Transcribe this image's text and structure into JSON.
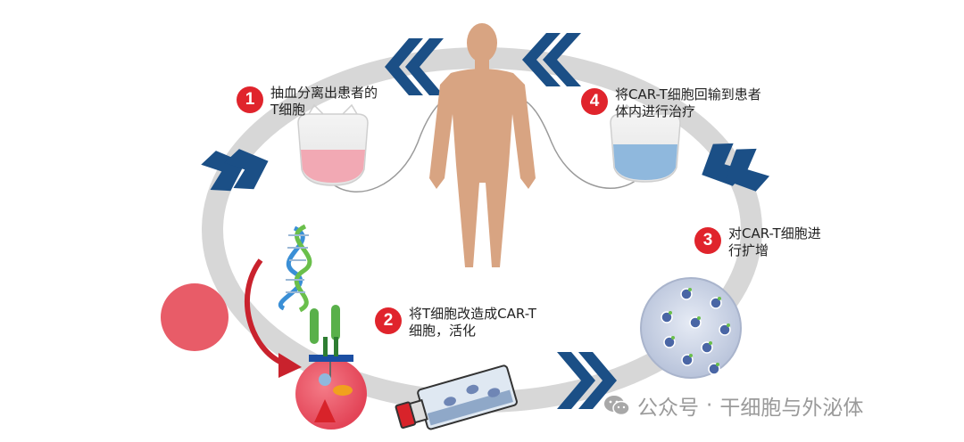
{
  "steps": [
    {
      "number": "1",
      "text": "抽血分离出患者的\nT细胞"
    },
    {
      "number": "2",
      "text": "将T细胞改造成CAR-T\n细胞，活化"
    },
    {
      "number": "3",
      "text": "对CAR-T细胞进\n行扩增"
    },
    {
      "number": "4",
      "text": "将CAR-T细胞回输到患者\n体内进行治疗"
    }
  ],
  "watermark": {
    "prefix": "公众号",
    "separator": "·",
    "name": "干细胞与外泌体",
    "icon": "wechat-icon"
  },
  "colors": {
    "ring": "#d7d7d7",
    "arrow": "#1b4f86",
    "badge": "#e0242c",
    "skin": "#d8a482",
    "blood_bag": "#f2a9b4",
    "car_t_bag": "#8fb8dd",
    "cell_red": "#e84a5a",
    "flask_cap": "#d8232a",
    "dish": "#c9d3e6"
  }
}
